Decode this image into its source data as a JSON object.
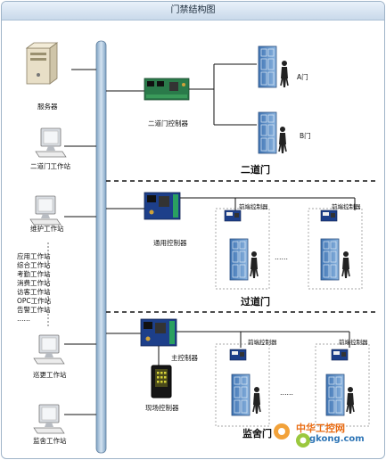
{
  "title": "门禁结构图",
  "left": {
    "server": "服务器",
    "two_door_station": "二道门工作站",
    "maintenance_station": "维护工作站",
    "stations": [
      "应用工作站",
      "综合工作站",
      "考勤工作站",
      "消费工作站",
      "访客工作站",
      "OPC工作站",
      "告警工作站",
      "……"
    ],
    "patrol_station": "巡更工作站",
    "monitor_station": "监舍工作站"
  },
  "section1": {
    "controller": "二道门控制器",
    "door_a": "A门",
    "door_b": "B门",
    "title": "二道门"
  },
  "section2": {
    "controller": "通用控制器",
    "front1": "前端控制器",
    "front2": "前端控制器",
    "title": "过道门",
    "dots": "……"
  },
  "section3": {
    "main_controller": "主控制器",
    "field_controller": "现场控制器",
    "front1": "前端控制器",
    "front2": "前端控制器",
    "title": "监舍门",
    "dots": "……"
  },
  "watermark": {
    "cn": "中华工控网",
    "url": "gkong.com"
  },
  "colors": {
    "bus": "#a9c3dc",
    "door": "#5e8fc6",
    "pcb": "#2a7a4a",
    "title_bg": "#d6e3f0"
  }
}
